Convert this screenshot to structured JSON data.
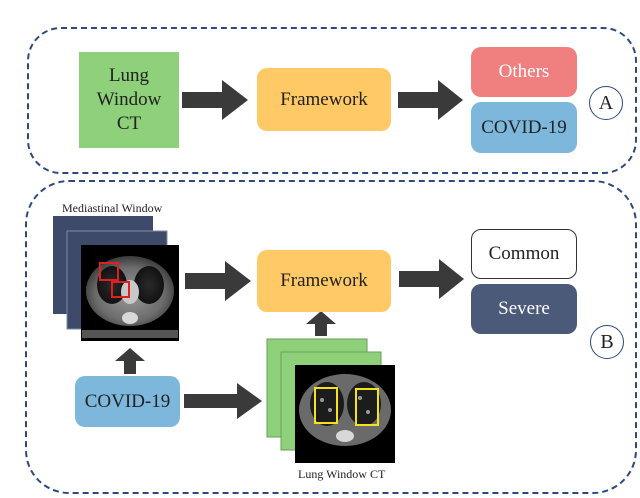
{
  "panel_a": {
    "input_label": "Lung\nWindow\nCT",
    "framework_label": "Framework",
    "output_others": "Others",
    "output_covid": "COVID-19",
    "marker": "A"
  },
  "panel_b": {
    "mediastinal_caption": "Mediastinal Window",
    "framework_label": "Framework",
    "output_common": "Common",
    "output_severe": "Severe",
    "covid_label": "COVID-19",
    "lung_caption": "Lung Window CT",
    "marker": "B"
  },
  "colors": {
    "panel_border": "#2c4a7e",
    "input_green": "#8fd07a",
    "framework_orange": "#ffc966",
    "others_red": "#f07f7f",
    "covid_blue": "#7db7dc",
    "severe_slate": "#4b5a78",
    "arrow": "#3a3a3a",
    "mediastinal_stack": "#3e4a6a",
    "lung_stack": "#8fd07a",
    "bbox_red": "#e02020",
    "bbox_yellow": "#f5e21a"
  }
}
